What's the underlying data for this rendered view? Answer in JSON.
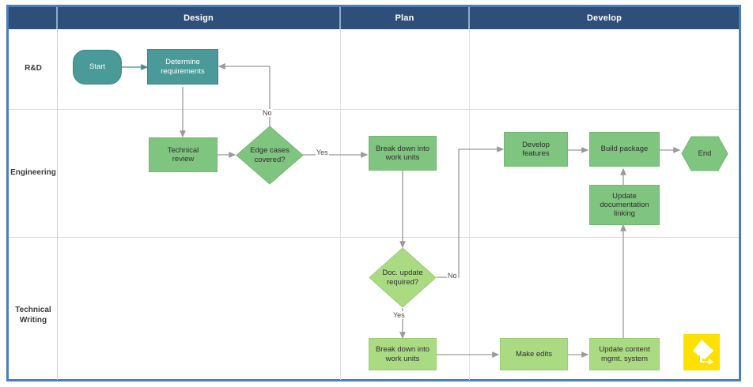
{
  "diagram": {
    "title": "Cross-functional swimlane flowchart",
    "frame_color": "#4a7ebb",
    "header_color": "#2e4f79",
    "phase_headers": [
      {
        "label": "Design"
      },
      {
        "label": "Plan"
      },
      {
        "label": "Develop"
      }
    ],
    "lanes": [
      {
        "label": "R&D"
      },
      {
        "label": "Engineering"
      },
      {
        "label": "Technical\nWriting"
      }
    ],
    "lane_labels_flat": [
      "R&D",
      "Engineering",
      "Technical Writing"
    ],
    "colors": {
      "teal": "#4a9a9a",
      "green": "#7fc47f",
      "light_green": "#aada82",
      "connector": "#9a9a9a",
      "icon_yellow": "#ffe000"
    },
    "nodes": [
      {
        "id": "start",
        "label": "Start",
        "shape": "rounded",
        "lane": "R&D",
        "phase": "Design",
        "fill": "teal"
      },
      {
        "id": "determine",
        "label": "Determine requirements",
        "shape": "rectangle",
        "lane": "R&D",
        "phase": "Design",
        "fill": "teal"
      },
      {
        "id": "techreview",
        "label": "Technical review",
        "shape": "rectangle",
        "lane": "Engineering",
        "phase": "Design",
        "fill": "green"
      },
      {
        "id": "edgecases",
        "label": "Edge cases covered?",
        "shape": "diamond",
        "lane": "Engineering",
        "phase": "Design",
        "fill": "green"
      },
      {
        "id": "breakdown1",
        "label": "Break down into work units",
        "shape": "rectangle",
        "lane": "Engineering",
        "phase": "Plan",
        "fill": "green"
      },
      {
        "id": "developfeat",
        "label": "Develop features",
        "shape": "rectangle",
        "lane": "Engineering",
        "phase": "Develop",
        "fill": "green"
      },
      {
        "id": "buildpackage",
        "label": "Build package",
        "shape": "rectangle",
        "lane": "Engineering",
        "phase": "Develop",
        "fill": "green"
      },
      {
        "id": "end",
        "label": "End",
        "shape": "hexagon",
        "lane": "Engineering",
        "phase": "Develop",
        "fill": "green"
      },
      {
        "id": "updatedoc",
        "label": "Update documentation linking",
        "shape": "rectangle",
        "lane": "Engineering",
        "phase": "Develop",
        "fill": "green"
      },
      {
        "id": "docupdate",
        "label": "Doc. update required?",
        "shape": "diamond",
        "lane": "Technical Writing",
        "phase": "Plan",
        "fill": "light_green"
      },
      {
        "id": "breakdown2",
        "label": "Break down into work units",
        "shape": "rectangle",
        "lane": "Technical Writing",
        "phase": "Plan",
        "fill": "light_green"
      },
      {
        "id": "makeedits",
        "label": "Make edits",
        "shape": "rectangle",
        "lane": "Technical Writing",
        "phase": "Develop",
        "fill": "light_green"
      },
      {
        "id": "updatecms",
        "label": "Update content mgmt. system",
        "shape": "rectangle",
        "lane": "Technical Writing",
        "phase": "Develop",
        "fill": "light_green"
      }
    ],
    "node_text": {
      "start": "Start",
      "determine_l1": "Determine",
      "determine_l2": "requirements",
      "techreview_l1": "Technical",
      "techreview_l2": "review",
      "edgecases_l1": "Edge cases",
      "edgecases_l2": "covered?",
      "breakdown1_l1": "Break down into",
      "breakdown1_l2": "work units",
      "developfeat_l1": "Develop",
      "developfeat_l2": "features",
      "buildpackage": "Build package",
      "end": "End",
      "updatedoc_l1": "Update",
      "updatedoc_l2": "documentation",
      "updatedoc_l3": "linking",
      "docupdate_l1": "Doc. update",
      "docupdate_l2": "required?",
      "breakdown2_l1": "Break down into",
      "breakdown2_l2": "work units",
      "makeedits": "Make edits",
      "updatecms_l1": "Update content",
      "updatecms_l2": "mgmt. system"
    },
    "edge_labels": {
      "edgecases_no": "No",
      "edgecases_yes": "Yes",
      "docupdate_no": "No",
      "docupdate_yes": "Yes"
    },
    "connections": [
      {
        "from": "start",
        "to": "determine",
        "label": ""
      },
      {
        "from": "determine",
        "to": "techreview",
        "label": ""
      },
      {
        "from": "techreview",
        "to": "edgecases",
        "label": ""
      },
      {
        "from": "edgecases",
        "to": "determine",
        "label": "No"
      },
      {
        "from": "edgecases",
        "to": "breakdown1",
        "label": "Yes"
      },
      {
        "from": "breakdown1",
        "to": "docupdate",
        "label": ""
      },
      {
        "from": "docupdate",
        "to": "developfeat",
        "label": "No"
      },
      {
        "from": "docupdate",
        "to": "breakdown2",
        "label": "Yes"
      },
      {
        "from": "developfeat",
        "to": "buildpackage",
        "label": ""
      },
      {
        "from": "buildpackage",
        "to": "end",
        "label": ""
      },
      {
        "from": "updatedoc",
        "to": "buildpackage",
        "label": ""
      },
      {
        "from": "breakdown2",
        "to": "makeedits",
        "label": ""
      },
      {
        "from": "makeedits",
        "to": "updatecms",
        "label": ""
      },
      {
        "from": "updatecms",
        "to": "updatedoc",
        "label": ""
      }
    ],
    "app_icon": {
      "name": "visio-stencil-icon",
      "background": "#ffe000"
    }
  }
}
